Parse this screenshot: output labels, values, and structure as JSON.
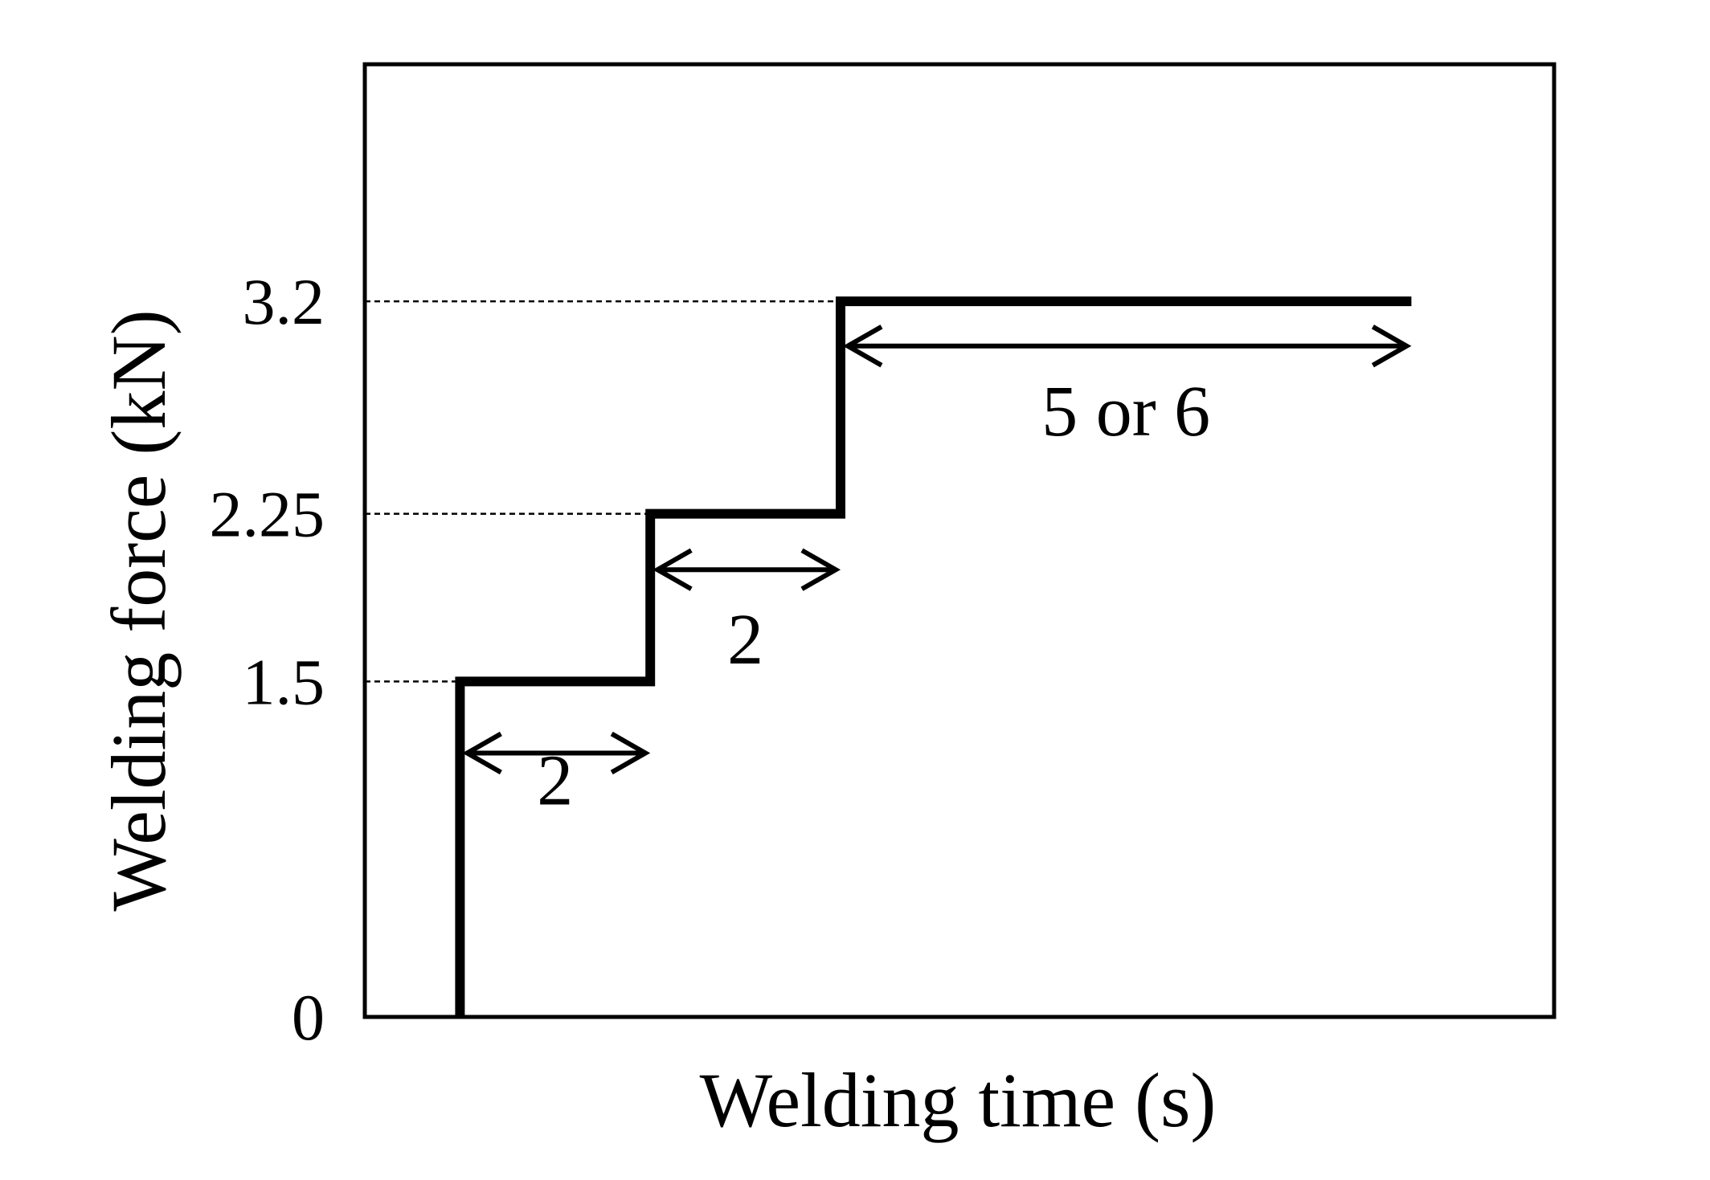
{
  "chart_data": {
    "type": "line",
    "title": "",
    "xlabel": "Welding time (s)",
    "ylabel": "Welding force (kN)",
    "ylim": [
      0,
      4.26
    ],
    "xlim": [
      -1.0,
      11.5
    ],
    "yticks": [
      {
        "value": 0,
        "label": "0"
      },
      {
        "value": 1.5,
        "label": "1.5"
      },
      {
        "value": 2.25,
        "label": "2.25"
      },
      {
        "value": 3.2,
        "label": "3.2"
      }
    ],
    "xticks": [],
    "grid": false,
    "legend": "none",
    "series": [
      {
        "step": "post",
        "x": [
          0,
          0,
          2,
          2,
          4,
          4,
          10
        ],
        "y": [
          0,
          1.5,
          1.5,
          2.25,
          2.25,
          3.2,
          3.2
        ]
      }
    ],
    "reference_lines": [
      {
        "y": 1.5,
        "x_to": 0
      },
      {
        "y": 2.25,
        "x_to": 2
      },
      {
        "y": 3.2,
        "x_to": 4
      }
    ],
    "annotations": [
      {
        "text": "2",
        "x_start": 0,
        "x_end": 2,
        "y_arrow": 1.18,
        "y_label": 0.95
      },
      {
        "text": "2",
        "x_start": 2,
        "x_end": 4,
        "y_arrow": 2.0,
        "y_label": 1.58
      },
      {
        "text": "5 or 6",
        "x_start": 4,
        "x_end": 10,
        "y_arrow": 3.0,
        "y_label": 2.6
      }
    ],
    "colors": {
      "line": "#000000",
      "background": "#ffffff"
    }
  }
}
